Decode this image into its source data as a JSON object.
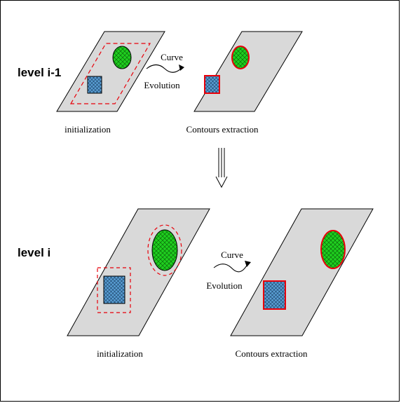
{
  "levels": {
    "top_label": "level i-1",
    "bottom_label": "level  i"
  },
  "captions": {
    "top_left": "initialization",
    "top_right": "Contours extraction",
    "bottom_left": "initialization",
    "bottom_right": "Contours extraction"
  },
  "arrows": {
    "top_curve": "Curve",
    "top_evolution": "Evolution",
    "bottom_curve": "Curve",
    "bottom_evolution": "Evolution"
  },
  "colors": {
    "plane_fill": "#d9d9d9",
    "circle_fill": "#1fcf1f",
    "square_fill": "#4a8fc6",
    "contour_red": "#e8000a",
    "dashed_red": "#e8000a"
  }
}
